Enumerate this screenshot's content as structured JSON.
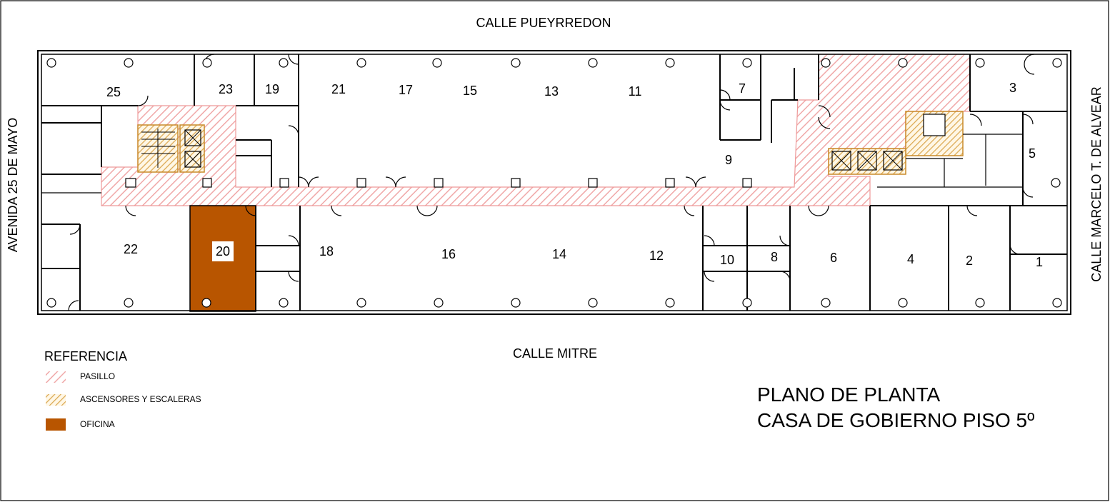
{
  "streets": {
    "north": "CALLE PUEYRREDON",
    "south": "CALLE MITRE",
    "west": "AVENIDA 25 DE MAYO",
    "east": "CALLE MARCELO T. DE ALVEAR"
  },
  "rooms": [
    "25",
    "23",
    "19",
    "21",
    "17",
    "15",
    "13",
    "11",
    "7",
    "3",
    "5",
    "9",
    "22",
    "20",
    "18",
    "16",
    "14",
    "12",
    "10",
    "8",
    "6",
    "4",
    "2",
    "1"
  ],
  "legend": {
    "title": "REFERENCIA",
    "items": [
      {
        "label": "PASILLO",
        "color": "#f2b8b8"
      },
      {
        "label": "ASCENSORES Y ESCALERAS",
        "color": "#e8c070"
      },
      {
        "label": "OFICINA",
        "color": "#b85500"
      }
    ]
  },
  "title": {
    "line1": "PLANO DE PLANTA",
    "line2": "CASA DE GOBIERNO PISO 5º"
  },
  "highlight_room": "20"
}
